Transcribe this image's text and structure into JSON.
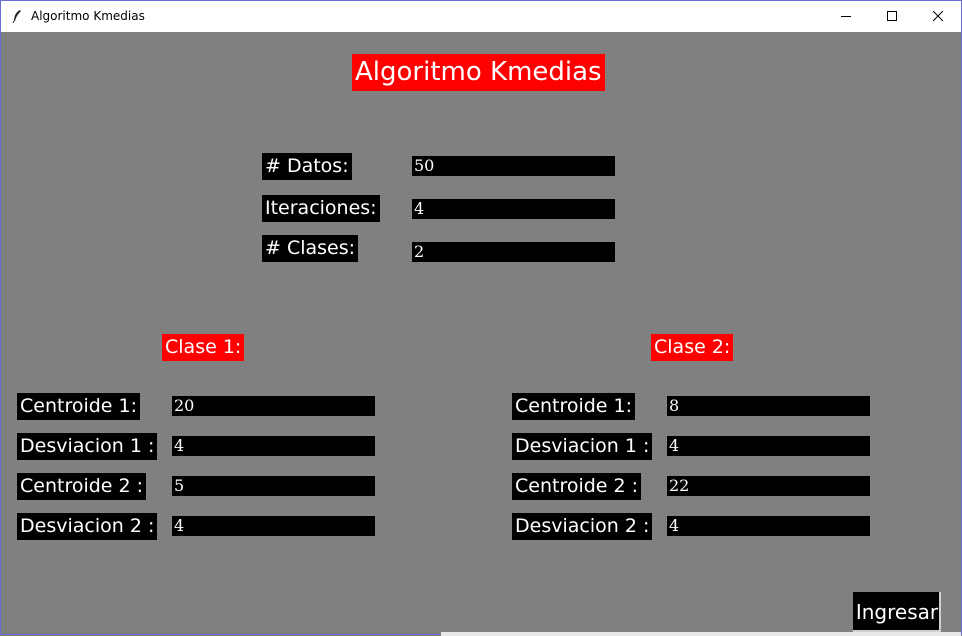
{
  "window": {
    "title": "Algoritmo Kmedias"
  },
  "header": {
    "title": "Algoritmo Kmedias"
  },
  "config": {
    "datos_label": "# Datos:",
    "datos_value": "50",
    "iteraciones_label": "Iteraciones:",
    "iteraciones_value": "4",
    "clases_label": "# Clases:",
    "clases_value": "2"
  },
  "clase1": {
    "title": "Clase 1:",
    "centroide1_label": "Centroide 1:",
    "centroide1_value": "20",
    "desviacion1_label": "Desviacion 1 :",
    "desviacion1_value": "4",
    "centroide2_label": "Centroide 2 :",
    "centroide2_value": "5",
    "desviacion2_label": "Desviacion 2 :",
    "desviacion2_value": "4"
  },
  "clase2": {
    "title": "Clase 2:",
    "centroide1_label": "Centroide 1:",
    "centroide1_value": "8",
    "desviacion1_label": "Desviacion 1 :",
    "desviacion1_value": "4",
    "centroide2_label": "Centroide 2 :",
    "centroide2_value": "22",
    "desviacion2_label": "Desviacion 2 :",
    "desviacion2_value": "4"
  },
  "actions": {
    "submit_label": "Ingresar"
  },
  "colors": {
    "background": "#808080",
    "accent": "#ff0000",
    "field": "#000000",
    "text": "#ffffff"
  }
}
